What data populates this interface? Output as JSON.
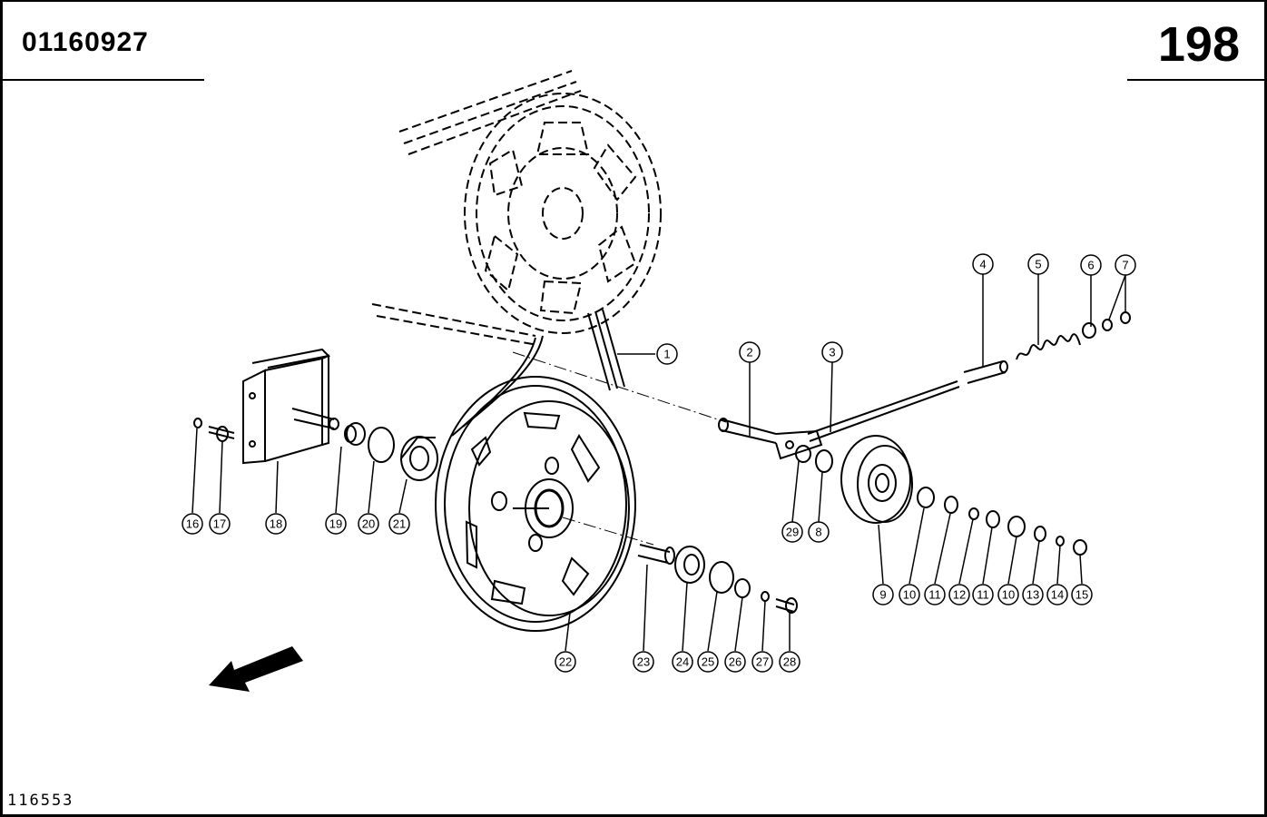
{
  "header": {
    "part_number": "01160927",
    "page_number": "198"
  },
  "footer": {
    "drawing_number": "116553"
  },
  "callouts": [
    "1",
    "2",
    "3",
    "4",
    "5",
    "6",
    "7",
    "8",
    "9",
    "10",
    "11",
    "12",
    "11",
    "10",
    "13",
    "14",
    "15",
    "16",
    "17",
    "18",
    "19",
    "20",
    "21",
    "22",
    "23",
    "24",
    "25",
    "26",
    "27",
    "28",
    "29"
  ]
}
